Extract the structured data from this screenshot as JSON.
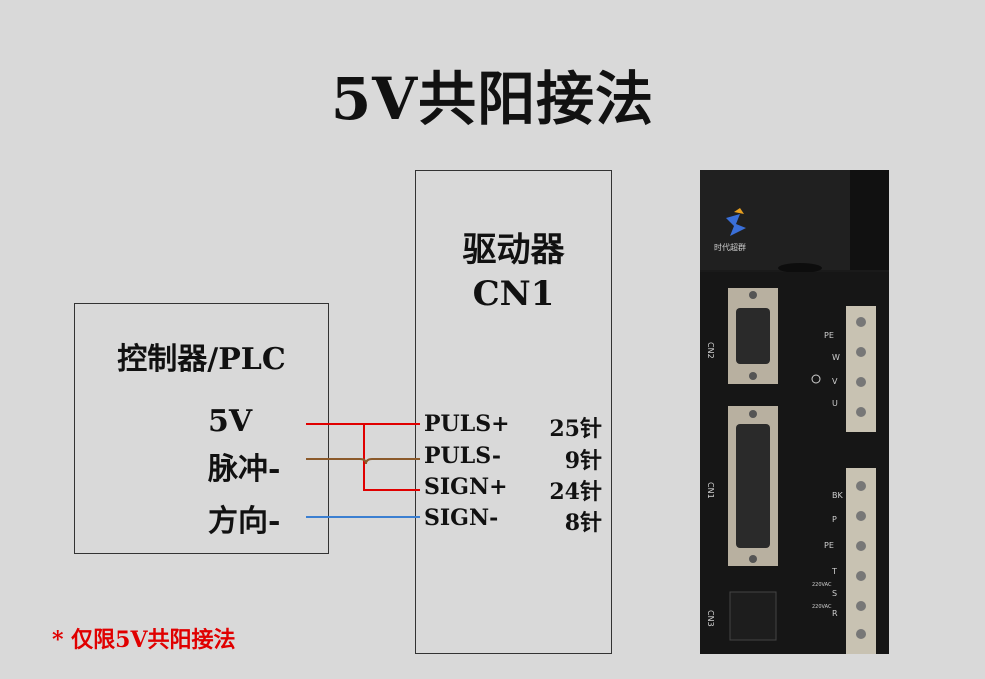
{
  "title": "5V共阳接法",
  "plc": {
    "title": "控制器/PLC",
    "signals": [
      "5V",
      "脉冲-",
      "方向-"
    ]
  },
  "driver": {
    "title_line1": "驱动器",
    "title_line2": "CN1",
    "pins": [
      {
        "name": "PULS+",
        "number": "25针"
      },
      {
        "name": "PULS-",
        "number": "9针"
      },
      {
        "name": "SIGN+",
        "number": "24针"
      },
      {
        "name": "SIGN-",
        "number": "8针"
      }
    ]
  },
  "wire_colors": {
    "red": "#e00000",
    "brown": "#8b5a2b",
    "blue": "#3b7fd1"
  },
  "note": "* 仅限5V共阳接法",
  "device_photo": {
    "logo_text": "时代超群",
    "port_labels": [
      "CN2",
      "CN1",
      "CN3"
    ],
    "motor_labels": [
      "PE",
      "W",
      "V",
      "U"
    ],
    "power_labels": [
      "BK",
      "P",
      "PE",
      "T",
      "S",
      "R"
    ],
    "voltage_labels": [
      "220VAC",
      "220VAC"
    ]
  }
}
